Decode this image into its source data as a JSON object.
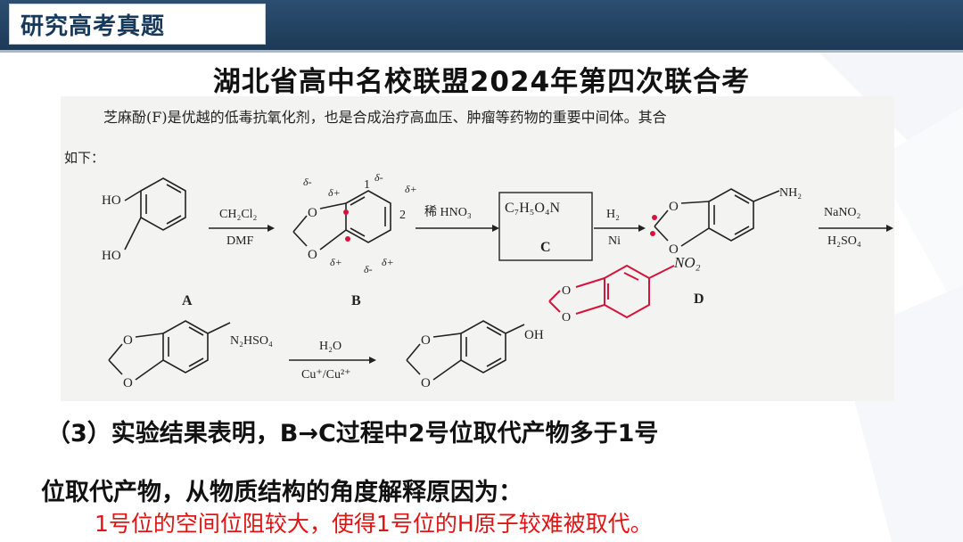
{
  "header": {
    "tag": "研究高考真题"
  },
  "title": "湖北省高中名校联盟2024年第四次联合考",
  "scan": {
    "intro": "芝麻酚(F)是优越的低毒抗氧化剂，也是合成治疗高血压、肿瘤等药物的重要中间体。其合",
    "sub": "如下：",
    "labels": {
      "A": "A",
      "B": "B",
      "C": "C",
      "D": "D"
    },
    "substituents": {
      "OH": "HO",
      "NH2": "NH₂",
      "N2": "N₂HSO₄",
      "OHF": "OH"
    },
    "reagents": {
      "r1_top": "CH₂Cl₂",
      "r1_bottom": "DMF",
      "r2": "稀 HNO₃",
      "c_formula": "C₇H₅O₄N",
      "r3_top": "H₂",
      "r3_bottom": "Ni",
      "r4_top": "NaNO₂",
      "r4_bottom": "H₂SO₄",
      "r5_top": "H₂O",
      "r5_bottom": "Cu⁺/Cu²⁺"
    },
    "positions": {
      "p1": "1",
      "p2": "2"
    },
    "annotations": {
      "delta_minus": "δ-",
      "delta_plus": "δ+",
      "no2": "NO₂"
    }
  },
  "question": {
    "line1": "（3）实验结果表明，B→C过程中2号位取代产物多于1号",
    "line2": "位取代产物，从物质结构的角度解释原因为：",
    "answer": "1号位的空间位阻较大，使得1号位的H原子较难被取代。"
  },
  "colors": {
    "header": "#1f3f5f",
    "answer": "#e01414",
    "annotation": "#d4143c"
  }
}
